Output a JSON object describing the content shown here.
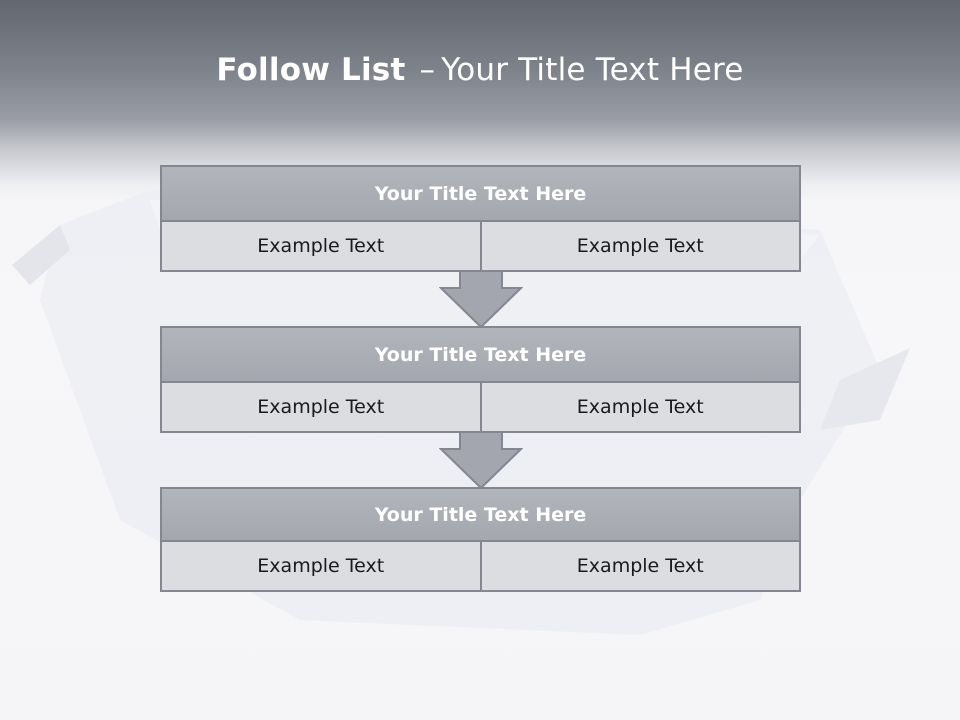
{
  "slide": {
    "title_bold": "Follow List",
    "title_dash": "–",
    "title_rest": "Your Title Text Here",
    "steps": [
      {
        "title": "Your Title Text Here",
        "left": "Example Text",
        "right": "Example Text"
      },
      {
        "title": "Your Title Text Here",
        "left": "Example Text",
        "right": "Example Text"
      },
      {
        "title": "Your Title Text Here",
        "left": "Example Text",
        "right": "Example Text"
      }
    ]
  },
  "colors": {
    "header_dark": "#62666f",
    "box_title_fill": "#a9acb3",
    "box_cell_fill": "#dcdde1",
    "box_border": "#848790",
    "arrow_fill": "#a3a6ae"
  },
  "icons": [
    "down-arrow-icon"
  ]
}
